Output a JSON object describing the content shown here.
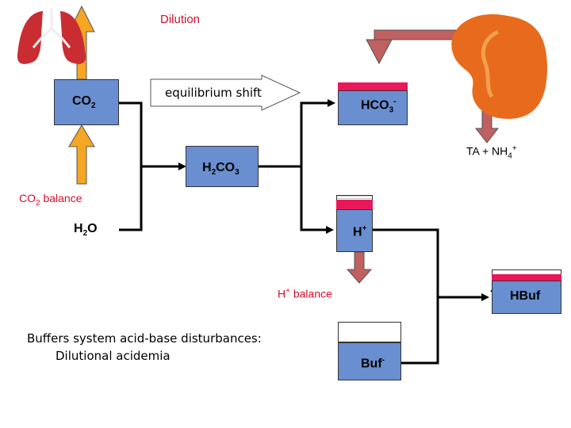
{
  "title": "Dilution",
  "equilibrium_label": "equilibrium shift",
  "co2_box": {
    "base": "CO",
    "sub": "2"
  },
  "hco3_box": {
    "base": "HCO",
    "sub": "3",
    "sup": "-"
  },
  "h2co3_box": {
    "pre": "H",
    "sub1": "2",
    "mid": "CO",
    "sub2": "3"
  },
  "h2o_label": {
    "pre": "H",
    "sub": "2",
    "post": "O"
  },
  "h_box": {
    "base": "H",
    "sup": "+"
  },
  "hbuf_box": {
    "label": "HBuf"
  },
  "buf_box": {
    "base": "Buf",
    "sup": "-"
  },
  "kidney_output": {
    "pre": "TA + NH",
    "sub": "4",
    "sup": "+"
  },
  "co2_balance": {
    "base": "CO",
    "sub": "2",
    "post": " balance"
  },
  "h_balance": {
    "base": "H",
    "sup": "+",
    "post": " balance"
  },
  "caption": {
    "line1": "Buffers system acid-base disturbances:",
    "line2": "Dilutional acidemia"
  },
  "colors": {
    "box_blue": "#6a8fd0",
    "arrow_orange": "#f5a623",
    "arrow_brown": "#c06060",
    "text_red": "#d0102c",
    "bar_pink": "#e8185a"
  }
}
